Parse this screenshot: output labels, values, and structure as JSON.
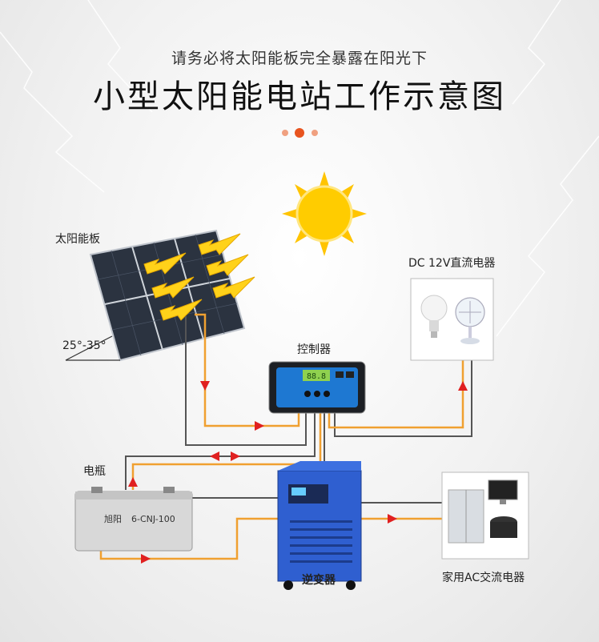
{
  "subtitle": "请务必将太阳能板完全暴露在阳光下",
  "title": "小型太阳能电站工作示意图",
  "labels": {
    "solar_panel": "太阳能板",
    "angle": "25°-35°",
    "controller": "控制器",
    "dc_load": "DC 12V直流电器",
    "battery": "电瓶",
    "ac_load": "家用AC交流电器",
    "inverter": "逆变器"
  },
  "battery_face": {
    "brand": "旭阳",
    "model": "6-CNJ-100"
  },
  "controller_display": "88.8",
  "colors": {
    "wire_orange": "#f0a030",
    "wire_grey": "#555555",
    "arrow_red": "#e02020",
    "sun": "#ffc400"
  }
}
